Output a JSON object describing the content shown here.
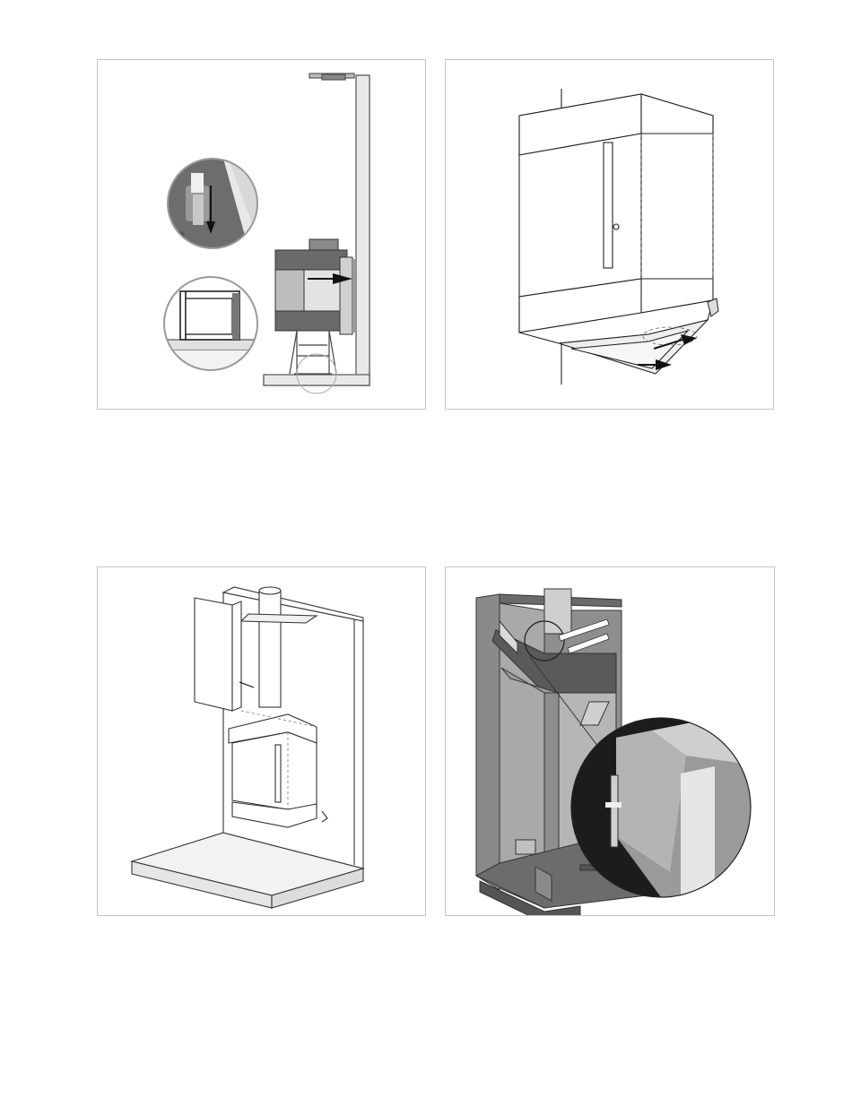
{
  "page": {
    "background": "#ffffff",
    "panel_border_color": "#c4c4c4"
  },
  "figures": [
    {
      "id": "figure-1",
      "icon": "side-section-illustration"
    },
    {
      "id": "figure-2",
      "icon": "underside-perspective-illustration"
    },
    {
      "id": "figure-3",
      "icon": "room-installation-illustration"
    },
    {
      "id": "figure-4",
      "icon": "detail-photo-illustration"
    }
  ]
}
